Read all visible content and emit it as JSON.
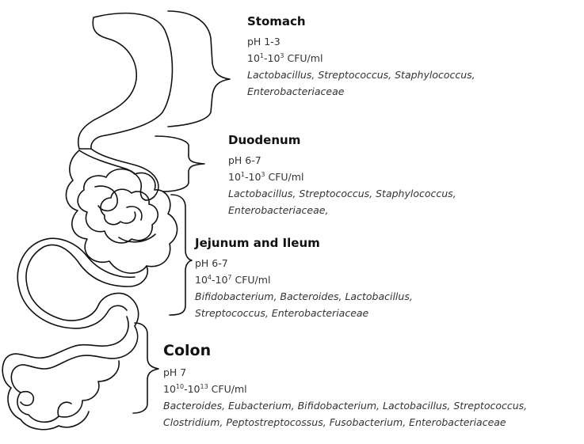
{
  "regions": [
    {
      "id": "stomach",
      "name": "Stomach",
      "ph": "pH 1-3",
      "cfu": {
        "base1": "10",
        "exp1": "1",
        "sep": "-",
        "base2": "10",
        "exp2": "3",
        "unit": " CFU/ml"
      },
      "bacteria": [
        "Lactobacillus, Streptococcus, Staphylococcus,",
        "Enterobacteriaceae"
      ]
    },
    {
      "id": "duodenum",
      "name": "Duodenum",
      "ph": "pH 6-7",
      "cfu": {
        "base1": "10",
        "exp1": "1",
        "sep": "-",
        "base2": "10",
        "exp2": "3",
        "unit": " CFU/ml"
      },
      "bacteria": [
        "Lactobacillus, Streptococcus, Staphylococcus,",
        "Enterobacteriaceae,"
      ]
    },
    {
      "id": "jejunum",
      "name": "Jejunum and Ileum",
      "ph": "pH 6-7",
      "cfu": {
        "base1": "10",
        "exp1": "4",
        "sep": "-",
        "base2": "10",
        "exp2": "7",
        "unit": " CFU/ml"
      },
      "bacteria": [
        "Bifidobacterium, Bacteroides, Lactobacillus,",
        "Streptococcus, Enterobacteriaceae"
      ]
    },
    {
      "id": "colon",
      "name": "Colon",
      "ph": "pH 7",
      "cfu": {
        "base1": "10",
        "exp1": "10",
        "sep": "-",
        "base2": "10",
        "exp2": "13",
        "unit": " CFU/ml"
      },
      "bacteria": [
        "Bacteroides, Eubacterium, Bifidobacterium, Lactobacillus, Streptococcus,",
        "Clostridium, Peptostreptocossus, Fusobacterium, Enterobacteriaceae"
      ]
    }
  ]
}
